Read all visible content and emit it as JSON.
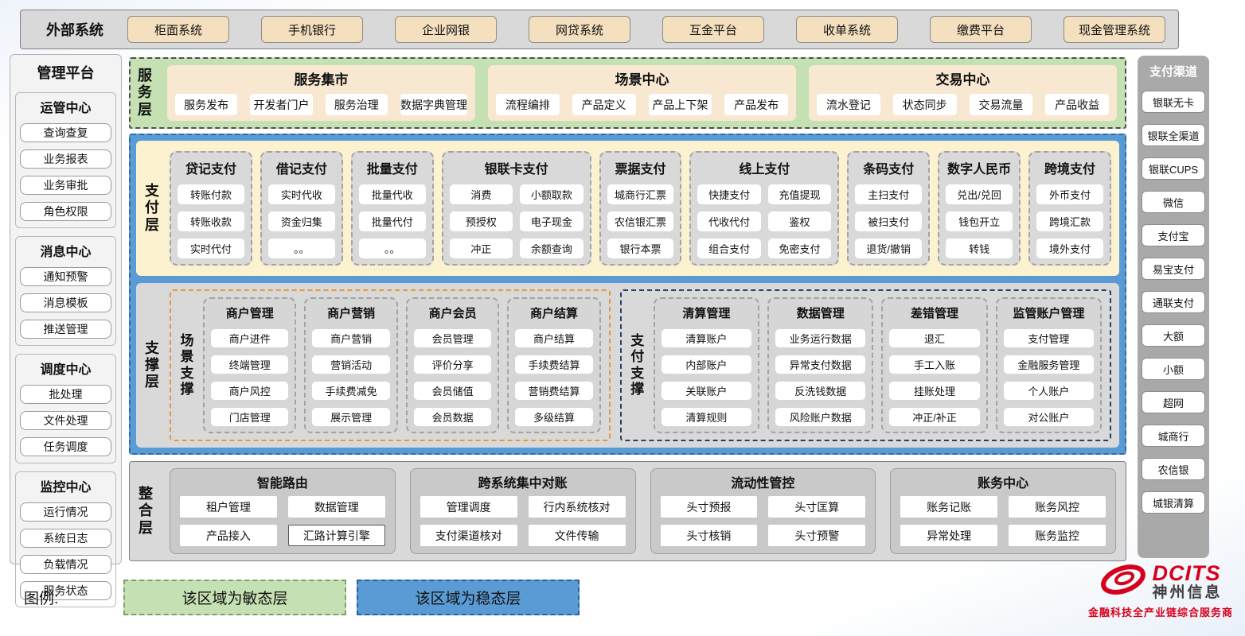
{
  "colors": {
    "stable_blue": "#5b9bd5",
    "agile_green": "#c5e0b3",
    "payment_cream": "#fdf2d0",
    "service_peach": "#f8e7d1",
    "external_tan": "#f4dfbe",
    "panel_gray": "#d9d9d9",
    "scene_dash_orange": "#e8973f",
    "pay_dash_navy": "#24416b",
    "brand_red": "#d6001c"
  },
  "external_systems": {
    "label": "外部系统",
    "items": [
      "柜面系统",
      "手机银行",
      "企业网银",
      "网贷系统",
      "互金平台",
      "收单系统",
      "缴费平台",
      "现金管理系统"
    ]
  },
  "management_platform": {
    "title": "管理平台",
    "groups": [
      {
        "title": "运管中心",
        "items": [
          "查询查复",
          "业务报表",
          "业务审批",
          "角色权限"
        ]
      },
      {
        "title": "消息中心",
        "items": [
          "通知预警",
          "消息模板",
          "推送管理"
        ]
      },
      {
        "title": "调度中心",
        "items": [
          "批处理",
          "文件处理",
          "任务调度"
        ]
      },
      {
        "title": "监控中心",
        "items": [
          "运行情况",
          "系统日志",
          "负载情况",
          "服务状态"
        ]
      }
    ]
  },
  "service_layer": {
    "label": "服务层",
    "panels": [
      {
        "title": "服务集市",
        "items": [
          "服务发布",
          "开发者门户",
          "服务治理",
          "数据字典管理"
        ]
      },
      {
        "title": "场景中心",
        "items": [
          "流程编排",
          "产品定义",
          "产品上下架",
          "产品发布"
        ]
      },
      {
        "title": "交易中心",
        "items": [
          "流水登记",
          "状态同步",
          "交易流量",
          "产品收益"
        ]
      }
    ]
  },
  "payment_layer": {
    "label": "支付层",
    "columns": [
      {
        "title": "贷记支付",
        "items": [
          "转账付款",
          "转账收款",
          "实时代付"
        ]
      },
      {
        "title": "借记支付",
        "items": [
          "实时代收",
          "资金归集",
          "。。"
        ]
      },
      {
        "title": "批量支付",
        "items": [
          "批量代收",
          "批量代付",
          "。。"
        ]
      },
      {
        "title": "银联卡支付",
        "items": [
          "消费",
          "小额取款",
          "预授权",
          "电子现金",
          "冲正",
          "余额查询"
        ]
      },
      {
        "title": "票据支付",
        "items": [
          "城商行汇票",
          "农信银汇票",
          "银行本票"
        ]
      },
      {
        "title": "线上支付",
        "items": [
          "快捷支付",
          "充值提现",
          "代收代付",
          "鉴权",
          "组合支付",
          "免密支付"
        ]
      },
      {
        "title": "条码支付",
        "items": [
          "主扫支付",
          "被扫支付",
          "退货/撤销"
        ]
      },
      {
        "title": "数字人民币",
        "items": [
          "兑出/兑回",
          "钱包开立",
          "转钱"
        ]
      },
      {
        "title": "跨境支付",
        "items": [
          "外币支付",
          "跨境汇款",
          "境外支付"
        ]
      }
    ]
  },
  "support_layer": {
    "label": "支撑层",
    "groups": [
      {
        "label": "场景支撑",
        "columns": [
          {
            "title": "商户管理",
            "items": [
              "商户进件",
              "终端管理",
              "商户风控",
              "门店管理"
            ]
          },
          {
            "title": "商户营销",
            "items": [
              "商户营销",
              "营销活动",
              "手续费减免",
              "展示管理"
            ]
          },
          {
            "title": "商户会员",
            "items": [
              "会员管理",
              "评价分享",
              "会员储值",
              "会员数据"
            ]
          },
          {
            "title": "商户结算",
            "items": [
              "商户结算",
              "手续费结算",
              "营销费结算",
              "多级结算"
            ]
          }
        ]
      },
      {
        "label": "支付支撑",
        "columns": [
          {
            "title": "清算管理",
            "items": [
              "清算账户",
              "内部账户",
              "关联账户",
              "清算规则"
            ]
          },
          {
            "title": "数据管理",
            "items": [
              "业务运行数据",
              "异常支付数据",
              "反洗钱数据",
              "风险账户数据"
            ]
          },
          {
            "title": "差错管理",
            "items": [
              "退汇",
              "手工入账",
              "挂账处理",
              "冲正/补正"
            ]
          },
          {
            "title": "监管账户管理",
            "items": [
              "支付管理",
              "金融服务管理",
              "个人账户",
              "对公账户"
            ]
          }
        ]
      }
    ]
  },
  "integration_layer": {
    "label": "整合层",
    "panels": [
      {
        "title": "智能路由",
        "items": [
          "租户管理",
          "数据管理",
          "产品接入",
          "汇路计算引擎"
        ]
      },
      {
        "title": "跨系统集中对账",
        "items": [
          "管理调度",
          "行内系统核对",
          "支付渠道核对",
          "文件传输"
        ]
      },
      {
        "title": "流动性管控",
        "items": [
          "头寸预报",
          "头寸匡算",
          "头寸核销",
          "头寸预警"
        ]
      },
      {
        "title": "账务中心",
        "items": [
          "账务记账",
          "账务风控",
          "异常处理",
          "账务监控"
        ]
      }
    ]
  },
  "payment_channels": {
    "title": "支付渠道",
    "items": [
      "银联无卡",
      "银联全渠道",
      "银联CUPS",
      "微信",
      "支付宝",
      "易宝支付",
      "通联支付",
      "大额",
      "小额",
      "超网",
      "城商行",
      "农信银",
      "城银清算"
    ]
  },
  "legend": {
    "label": "图例:",
    "agile": "该区域为敏态层",
    "stable": "该区域为稳态层"
  },
  "logo": {
    "brand": "DCITS",
    "company": "神州信息",
    "tagline": "金融科技全产业链综合服务商"
  }
}
